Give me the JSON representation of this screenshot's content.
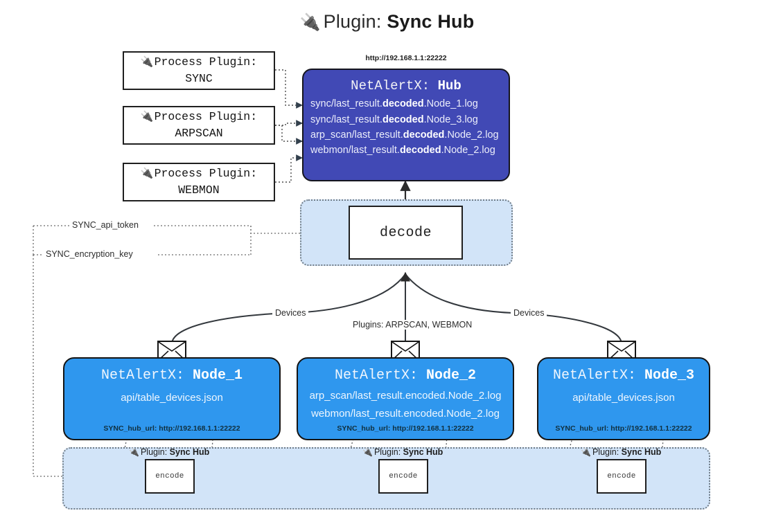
{
  "page": {
    "title_icon": "plug-icon",
    "title_prefix": "Plugin: ",
    "title_name": "Sync Hub"
  },
  "colors": {
    "hub_fill": "#4149b5",
    "node_fill": "#2f97ee",
    "band_fill": "#d2e4f8",
    "box_stroke": "#1f1f1f"
  },
  "process_plugins": [
    {
      "line1": "Process Plugin:",
      "line2": "SYNC",
      "icon": "plug-icon"
    },
    {
      "line1": "Process Plugin:",
      "line2": "ARPSCAN",
      "icon": "plug-icon"
    },
    {
      "line1": "Process Plugin:",
      "line2": "WEBMON",
      "icon": "plug-icon"
    }
  ],
  "hub": {
    "url": "http://192.168.1.1:22222",
    "title_prefix": "NetAlertX: ",
    "title_name": "Hub",
    "logs": [
      {
        "pre": "sync/last_result.",
        "mid": "decoded",
        "post": ".Node_1.log"
      },
      {
        "pre": "sync/last_result.",
        "mid": "decoded",
        "post": ".Node_3.log"
      },
      {
        "pre": "arp_scan/last_result.",
        "mid": "decoded",
        "post": ".Node_2.log"
      },
      {
        "pre": "webmon/last_result.",
        "mid": "decoded",
        "post": ".Node_2.log"
      }
    ]
  },
  "decode": {
    "label": "decode"
  },
  "settings": {
    "api_token": "SYNC_api_token",
    "encryption_key": "SYNC_encryption_key"
  },
  "edge_labels": {
    "devices_left": "Devices",
    "devices_right": "Devices",
    "plugins_center": "Plugins: ARPSCAN, WEBMON"
  },
  "nodes": [
    {
      "title_prefix": "NetAlertX: ",
      "title_name": "Node_1",
      "lines": [
        "api/table_devices.json"
      ],
      "footer": "SYNC_hub_url: http://192.168.1.1:22222",
      "icon": "envelope-icon"
    },
    {
      "title_prefix": "NetAlertX: ",
      "title_name": "Node_2",
      "lines": [
        "arp_scan/last_result.encoded.Node_2.log",
        "webmon/last_result.encoded.Node_2.log"
      ],
      "footer": "SYNC_hub_url: http://192.168.1.1:22222",
      "icon": "envelope-icon"
    },
    {
      "title_prefix": "NetAlertX: ",
      "title_name": "Node_3",
      "lines": [
        "api/table_devices.json"
      ],
      "footer": "SYNC_hub_url: http://192.168.1.1:22222",
      "icon": "envelope-icon"
    }
  ],
  "encoders": [
    {
      "plugin_prefix": "Plugin: ",
      "plugin_name": "Sync Hub",
      "label": "encode",
      "icon": "plug-icon"
    },
    {
      "plugin_prefix": "Plugin: ",
      "plugin_name": "Sync Hub",
      "label": "encode",
      "icon": "plug-icon"
    },
    {
      "plugin_prefix": "Plugin: ",
      "plugin_name": "Sync Hub",
      "label": "encode",
      "icon": "plug-icon"
    }
  ]
}
